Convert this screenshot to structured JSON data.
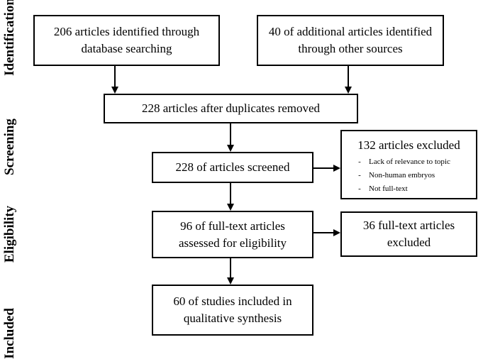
{
  "stages": {
    "identification": "Identification",
    "screening": "Screening",
    "eligibility": "Eligibility",
    "included": "Included"
  },
  "boxes": {
    "database": "206 articles identified through database searching",
    "other_sources": "40 of additional articles identified through other sources",
    "duplicates_removed": "228 articles after duplicates removed",
    "screened": "228 of articles screened",
    "excluded_title": "132 articles excluded",
    "excluded_reasons": [
      "Lack of relevance to topic",
      "Non-human embryos",
      "Not full-text"
    ],
    "full_text_assessed": "96 of full-text articles assessed for eligibility",
    "full_text_excluded": "36 full-text articles excluded",
    "included": "60 of studies included in qualitative synthesis"
  }
}
